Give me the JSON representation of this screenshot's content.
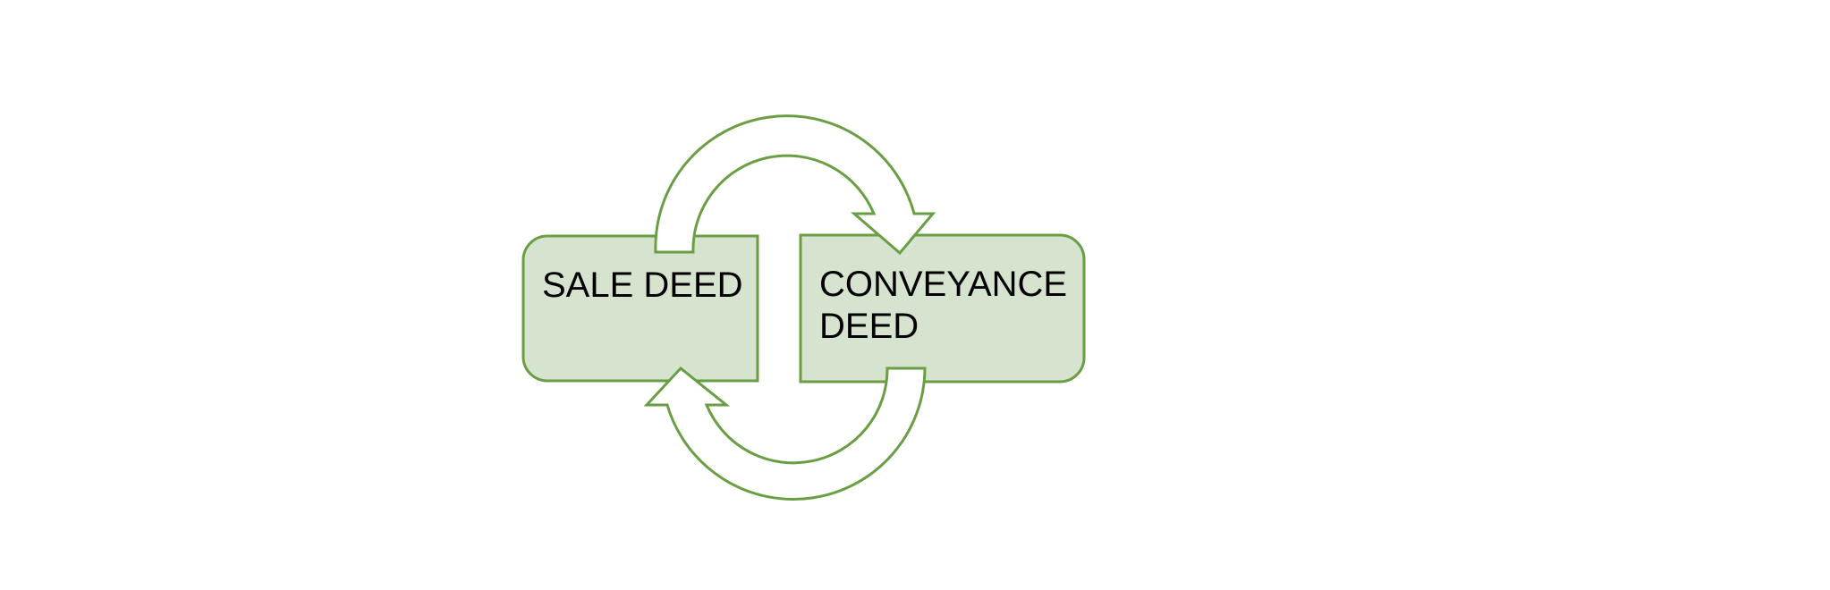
{
  "diagram": {
    "type": "cycle",
    "colors": {
      "box_fill": "#D5E3CF",
      "stroke": "#6A9E45",
      "arrow_fill": "#FFFFFF",
      "text": "#000000",
      "background": "#FFFFFF"
    },
    "nodes": [
      {
        "id": "sale-deed",
        "lines": [
          "SALE DEED"
        ]
      },
      {
        "id": "conveyance-deed",
        "lines": [
          "CONVEYANCE",
          "DEED"
        ]
      }
    ],
    "edges": [
      {
        "from": "sale-deed",
        "to": "conveyance-deed",
        "style": "curved-block-arrow-over-top"
      },
      {
        "from": "conveyance-deed",
        "to": "sale-deed",
        "style": "curved-block-arrow-under-bottom"
      }
    ]
  }
}
